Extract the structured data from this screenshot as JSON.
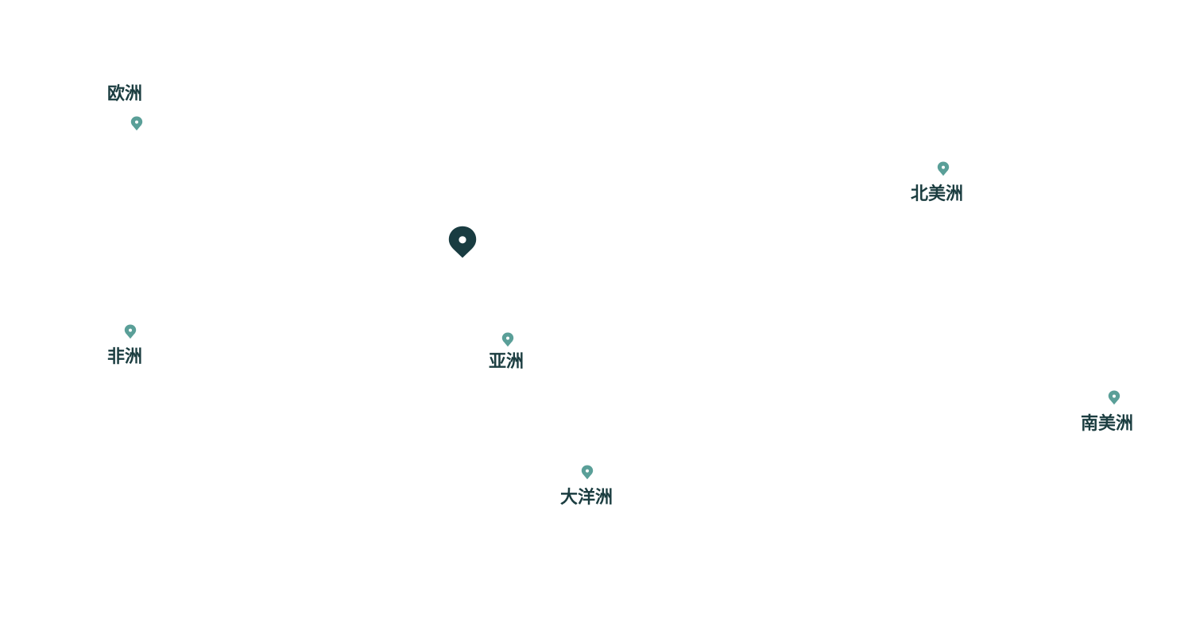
{
  "map": {
    "colors": {
      "background": "#ffffff",
      "region_pin": "#5a9f98",
      "label_text": "#1b3d40",
      "current_location_pin": "#193c41",
      "pin_dot": "#ffffff"
    },
    "current_location": {
      "icon": "location-pin-icon"
    },
    "regions": [
      {
        "label": "欧洲",
        "icon": "location-pin-icon"
      },
      {
        "label": "北美洲",
        "icon": "location-pin-icon"
      },
      {
        "label": "非洲",
        "icon": "location-pin-icon"
      },
      {
        "label": "亚洲",
        "icon": "location-pin-icon"
      },
      {
        "label": "南美洲",
        "icon": "location-pin-icon"
      },
      {
        "label": "大洋洲",
        "icon": "location-pin-icon"
      }
    ]
  }
}
